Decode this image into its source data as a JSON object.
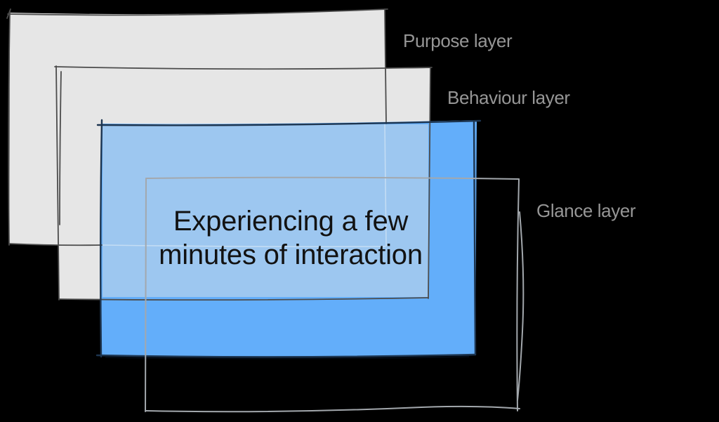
{
  "diagram": {
    "type": "layered-sketch-diagram",
    "description_visible_text_only": true,
    "layers": [
      {
        "id": "purpose",
        "label": "Purpose layer"
      },
      {
        "id": "behaviour",
        "label": "Behaviour layer"
      },
      {
        "id": "glance",
        "label": "Glance layer"
      }
    ],
    "glance_card": {
      "lines": [
        "Experiencing a few",
        "minutes of interaction"
      ]
    },
    "colors": {
      "background": "#000000",
      "gray_fill": "#e6e6e6",
      "gray_stroke": "#4c4c4c",
      "blue_fill": "#63aefa",
      "blue_overlap_fill": "#9dc7f0",
      "blue_stroke": "#1d3550",
      "blue_stroke_shadow": "rgba(8,22,40,0.5)",
      "glance_outline": "#a3a8ad",
      "faint_line": "rgba(228,238,248,0.55)",
      "label_text": "#969696",
      "card_text": "#121212"
    }
  }
}
